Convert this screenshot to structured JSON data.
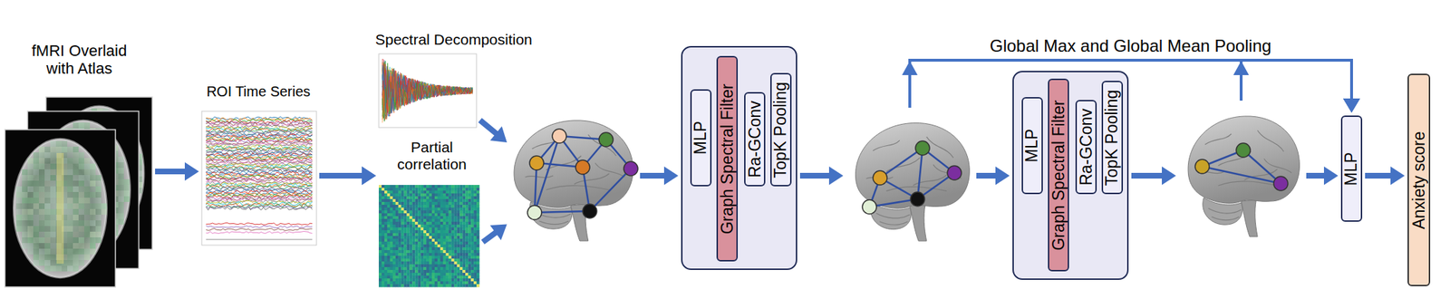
{
  "diagram": {
    "nodes": [
      {
        "text": [
          "fMRI Overlaid with Atlas"
        ]
      },
      {
        "text": [
          "ROI Time Series"
        ]
      },
      {
        "text": [
          "Spectral Decomposition"
        ]
      },
      {
        "text": [
          "Partial correlation"
        ]
      },
      {
        "text": []
      },
      {
        "text": []
      },
      {
        "text": [
          "MLP"
        ],
        "in": 5
      },
      {
        "text": [
          "Graph Spectral Filter"
        ],
        "in": 5
      },
      {
        "text": [
          "Ra-GConv"
        ],
        "in": 5
      },
      {
        "text": [
          "TopK Pooling"
        ],
        "in": 5
      },
      {
        "text": []
      },
      {
        "text": []
      },
      {
        "text": [
          "MLP"
        ],
        "in": 11
      },
      {
        "text": [
          "Graph Spectral Filter"
        ],
        "in": 11
      },
      {
        "text": [
          "Ra-GConv"
        ],
        "in": 11
      },
      {
        "text": [
          "TopK Pooling"
        ],
        "in": 11
      },
      {
        "text": []
      },
      {
        "text": [
          "MLP"
        ]
      },
      {
        "text": [
          "Anxiety score"
        ]
      }
    ],
    "edges": [
      {
        "from": 0,
        "to": 1,
        "arrow": "to"
      },
      {
        "from": 1,
        "to": 2,
        "arrow": "to"
      },
      {
        "from": 1,
        "to": 3,
        "arrow": "to"
      },
      {
        "from": 2,
        "to": 4,
        "arrow": "to"
      },
      {
        "from": 3,
        "to": 4,
        "arrow": "to"
      },
      {
        "from": 4,
        "to": 5,
        "arrow": "to"
      },
      {
        "from": 5,
        "to": 10,
        "arrow": "to"
      },
      {
        "from": 10,
        "to": 11,
        "arrow": "to"
      },
      {
        "from": 11,
        "to": 16,
        "arrow": "to"
      },
      {
        "from": 16,
        "to": 17,
        "arrow": "to"
      },
      {
        "from": 10,
        "to": 17,
        "label": "Global Max and Global Mean Pooling",
        "arrow": "to"
      },
      {
        "from": 16,
        "to": 17,
        "arrow": "to"
      },
      {
        "from": 17,
        "to": 18,
        "arrow": "to"
      }
    ]
  }
}
